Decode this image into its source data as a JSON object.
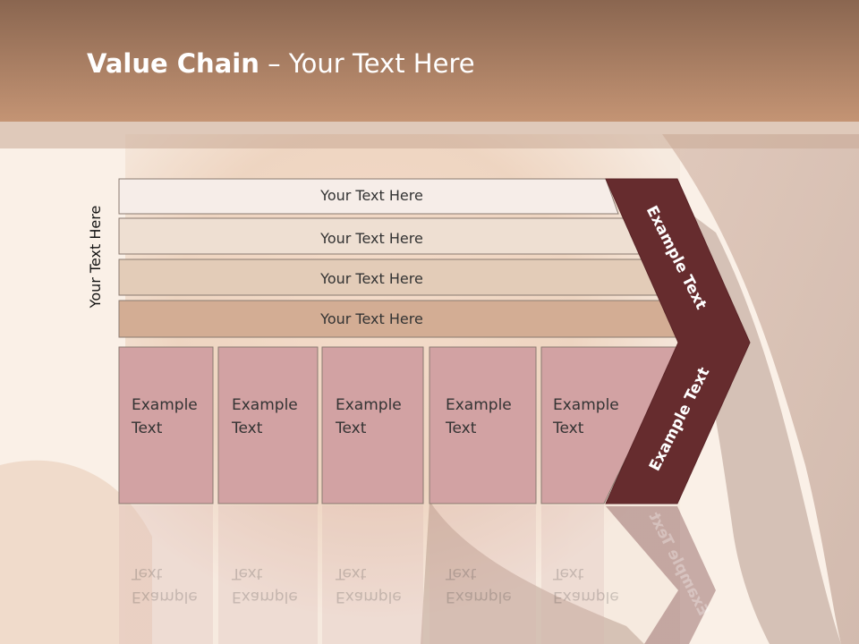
{
  "slide": {
    "title_bold": "Value Chain",
    "title_rest": " – Your Text Here"
  },
  "vertical_label": "Your Text Here",
  "rows": [
    {
      "label": "Your Text Here",
      "fill": "#f6ede8"
    },
    {
      "label": "Your Text Here",
      "fill": "#eedfd2"
    },
    {
      "label": "Your Text Here",
      "fill": "#e3ccb8"
    },
    {
      "label": "Your Text Here",
      "fill": "#d3ad94"
    }
  ],
  "columns": [
    {
      "line1": "Example",
      "line2": "Text"
    },
    {
      "line1": "Example",
      "line2": "Text"
    },
    {
      "line1": "Example",
      "line2": "Text"
    },
    {
      "line1": "Example",
      "line2": "Text"
    },
    {
      "line1": "Example",
      "line2": "Text"
    }
  ],
  "arrow_labels": {
    "upper": "Example Text",
    "lower": "Example Text"
  },
  "colors": {
    "column_fill": "#d2a2a3",
    "arrow_fill": "#662c2e",
    "title_bar": "#a97c62"
  }
}
